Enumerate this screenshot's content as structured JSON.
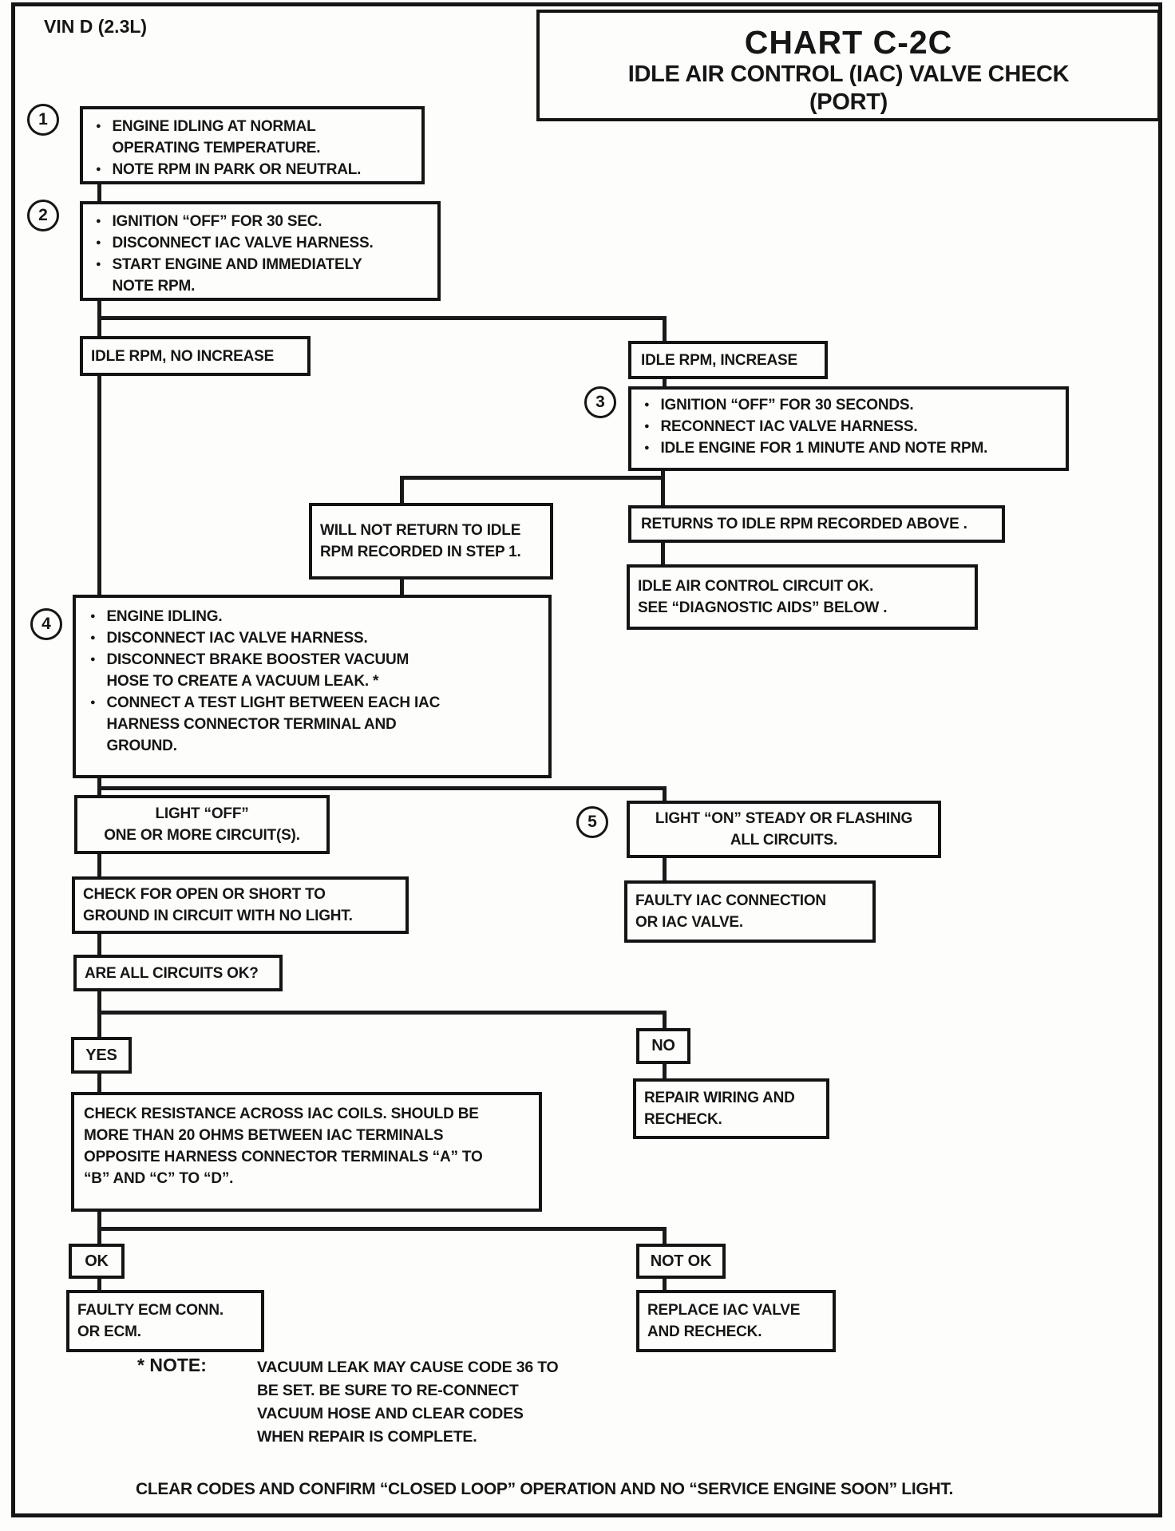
{
  "page": {
    "vin": "VIN D (2.3L)",
    "footer": "CLEAR CODES AND CONFIRM  “CLOSED LOOP” OPERATION AND NO “SERVICE ENGINE SOON” LIGHT."
  },
  "title": {
    "chart": "CHART C-2C",
    "subtitle": "IDLE AIR CONTROL (IAC) VALVE CHECK",
    "subtitle2": "(PORT)"
  },
  "steps": {
    "s1": {
      "num": "1",
      "bullets": [
        "ENGINE IDLING AT NORMAL OPERATING TEMPERATURE.",
        "NOTE RPM IN PARK OR NEUTRAL."
      ]
    },
    "s2": {
      "num": "2",
      "bullets": [
        "IGNITION “OFF”  FOR 30 SEC.",
        "DISCONNECT IAC VALVE HARNESS.",
        "START ENGINE AND IMMEDIATELY NOTE RPM."
      ]
    },
    "s3": {
      "num": "3",
      "bullets": [
        "IGNITION “OFF” FOR 30 SECONDS.",
        "RECONNECT IAC VALVE HARNESS.",
        "IDLE ENGINE FOR 1 MINUTE AND NOTE RPM."
      ]
    },
    "s4": {
      "num": "4",
      "bullets": [
        "ENGINE IDLING.",
        "DISCONNECT IAC VALVE HARNESS.",
        "DISCONNECT BRAKE BOOSTER VACUUM HOSE TO CREATE A VACUUM LEAK.  *",
        "CONNECT A TEST LIGHT BETWEEN EACH IAC HARNESS CONNECTOR TERMINAL AND GROUND."
      ]
    },
    "s5": {
      "num": "5"
    }
  },
  "nodes": {
    "idle_no_increase": "IDLE RPM, NO INCREASE",
    "idle_increase": "IDLE RPM, INCREASE",
    "will_not_return": {
      "lines": [
        "WILL NOT RETURN TO IDLE",
        "RPM RECORDED IN STEP 1."
      ]
    },
    "returns_above": "RETURNS TO IDLE RPM RECORDED ABOVE .",
    "circuit_ok": {
      "lines": [
        "IDLE AIR CONTROL CIRCUIT OK.",
        "SEE “DIAGNOSTIC AIDS”  BELOW ."
      ]
    },
    "light_off": {
      "lines": [
        "LIGHT “OFF”",
        "ONE OR MORE CIRCUIT(S)."
      ]
    },
    "light_on": {
      "lines": [
        "LIGHT “ON” STEADY OR FLASHING",
        "ALL CIRCUITS."
      ]
    },
    "faulty_iac": {
      "lines": [
        "FAULTY IAC CONNECTION",
        "OR IAC VALVE."
      ]
    },
    "check_open": {
      "lines": [
        "CHECK FOR OPEN OR SHORT TO",
        "GROUND IN CIRCUIT WITH NO LIGHT."
      ]
    },
    "are_all_ok": "ARE ALL CIRCUITS OK?",
    "yes": "YES",
    "no": "NO",
    "check_resistance": {
      "lines": [
        "CHECK RESISTANCE ACROSS IAC COILS.  SHOULD BE",
        "MORE THAN 20 OHMS BETWEEN IAC TERMINALS",
        "OPPOSITE HARNESS CONNECTOR TERMINALS “A” TO",
        "“B” AND “C” TO “D”."
      ]
    },
    "repair_wiring": {
      "lines": [
        "REPAIR WIRING AND",
        "RECHECK."
      ]
    },
    "ok": "OK",
    "not_ok": "NOT OK",
    "faulty_ecm": {
      "lines": [
        "FAULTY ECM CONN.",
        "OR ECM."
      ]
    },
    "replace_iac": {
      "lines": [
        "REPLACE IAC VALVE",
        "AND RECHECK."
      ]
    }
  },
  "note": {
    "label": "* NOTE:",
    "lines": [
      "VACUUM LEAK MAY CAUSE CODE 36 TO",
      "BE SET.  BE SURE TO RE-CONNECT",
      "VACUUM HOSE AND CLEAR CODES",
      "WHEN REPAIR IS COMPLETE."
    ]
  }
}
